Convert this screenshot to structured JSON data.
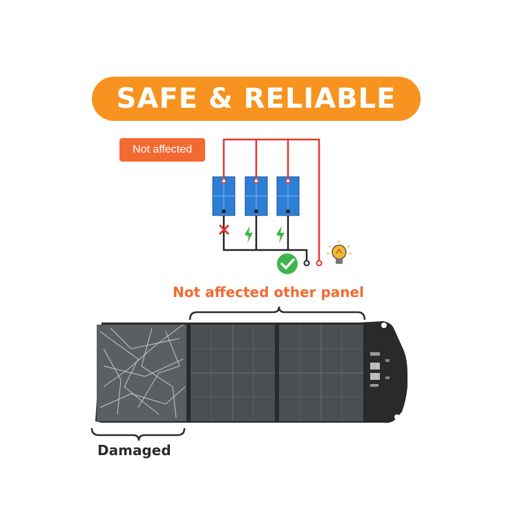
{
  "banner": {
    "title": "SAFE & RELIABLE",
    "color": "#f7931e"
  },
  "badge": {
    "label": "Not affected",
    "color": "#f26a32"
  },
  "captions": {
    "other_panels": "Not affected other panel",
    "damaged": "Damaged"
  },
  "icons": [
    "cross-mark-icon",
    "charging-arrow-icon",
    "check-circle-icon",
    "light-bulb-icon"
  ],
  "colors": {
    "wire_red": "#e8322f",
    "wire_black": "#222222",
    "cell_blue": "#2d7fd6",
    "check_green": "#3cb54a"
  }
}
